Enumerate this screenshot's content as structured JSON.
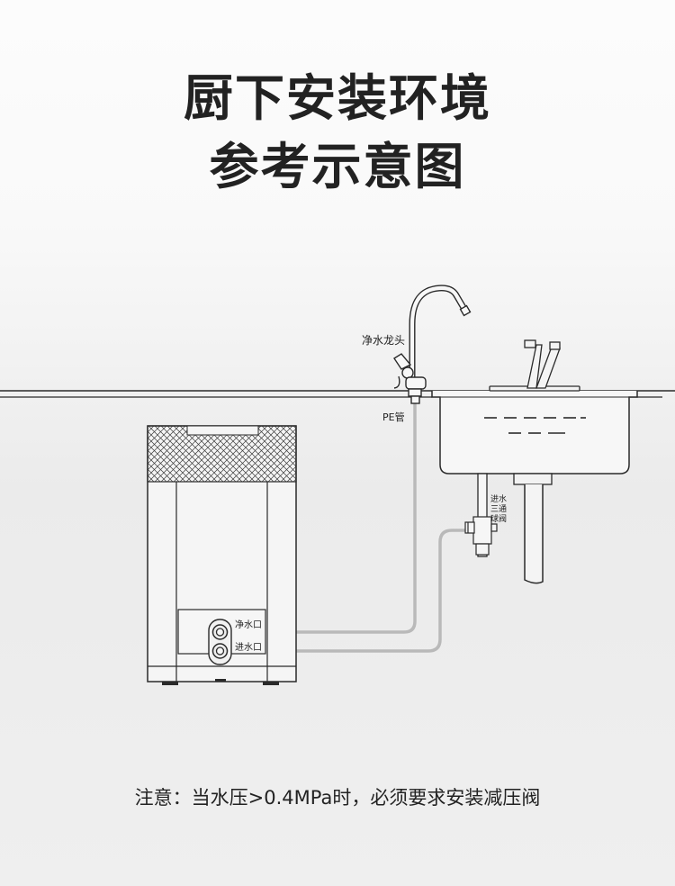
{
  "title": {
    "line1": "厨下安装环境",
    "line2": "参考示意图"
  },
  "labels": {
    "faucet": "净水龙头",
    "pe_pipe": "PE管",
    "valve_line1": "进水",
    "valve_line2": "三通",
    "valve_line3": "球阀",
    "clean_water_outlet": "净水口",
    "water_inlet": "进水口"
  },
  "note": "注意：当水压>0.4MPa时，必须要求安装减压阀",
  "colors": {
    "line": "#2a2a2a",
    "pipe": "#b9b9b9",
    "text": "#222222"
  }
}
